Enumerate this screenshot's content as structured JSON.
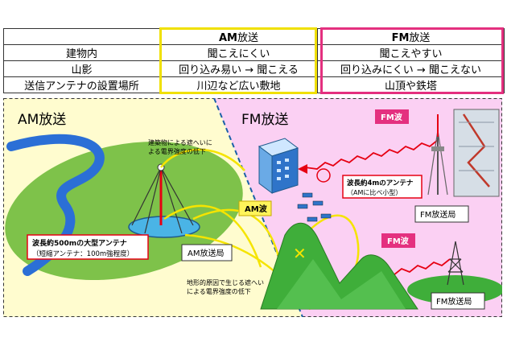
{
  "table": {
    "header_am_bold": "AM",
    "header_am_rest": "放送",
    "header_fm_bold": "FM",
    "header_fm_rest": "放送",
    "rows": [
      {
        "label": "建物内",
        "am": "聞こえにくい",
        "fm": "聞こえやすい"
      },
      {
        "label": "山影",
        "am": "回り込み易い → 聞こえる",
        "fm": "回り込みにくい → 聞こえない"
      },
      {
        "label": "送信アンテナの設置場所",
        "am": "川辺など広い敷地",
        "fm": "山頂や鉄塔"
      }
    ]
  },
  "diagram": {
    "am_title": "AM放送",
    "fm_title": "FM放送",
    "building_note_line1": "建築物による遮へいに",
    "building_note_line2": "よる電界強度の低下",
    "terrain_note_line1": "地形的原因で生じる遮へい",
    "terrain_note_line2": "による電界強度の低下",
    "am_antenna_line1": "波長約500mの大型アンテナ",
    "am_antenna_line2": "（短縮アンテナ：100m強程度）",
    "am_station": "AM放送局",
    "am_wave": "AM波",
    "fm_wave_top": "FM波",
    "fm_wave_bottom": "FM波",
    "fm_antenna_line1": "波長約4mのアンテナ",
    "fm_antenna_line2": "（AMに比べ小型）",
    "fm_station_top": "FM放送局",
    "fm_station_bottom": "FM放送局"
  },
  "colors": {
    "am_region": "#fffccf",
    "fm_region": "#fbd0f3",
    "am_border": "#f0e000",
    "fm_border": "#e4307f",
    "fm_wave": "#e60012",
    "am_wave": "#f5e400",
    "grass": "#7ec24a",
    "river": "#2b6fd6"
  }
}
